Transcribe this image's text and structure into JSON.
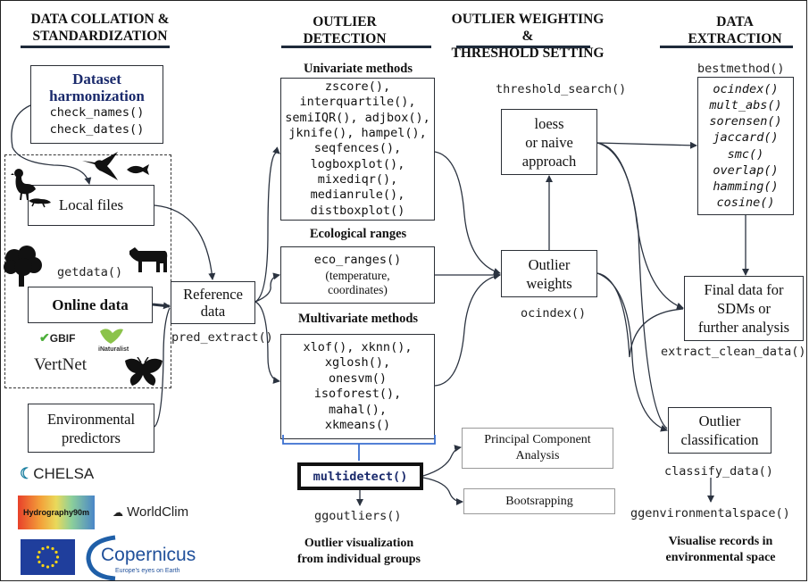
{
  "sections": [
    {
      "id": "collation",
      "title": "DATA COLLATION &\nSTANDARDIZATION"
    },
    {
      "id": "detection",
      "title": "OUTLIER\nDETECTION"
    },
    {
      "id": "weighting",
      "title": "OUTLIER WEIGHTING &\nTHRESHOLD SETTING"
    },
    {
      "id": "extraction",
      "title": "DATA\nEXTRACTION"
    }
  ],
  "collation": {
    "harmonization": {
      "title_line1": "Dataset",
      "title_line2": "harmonization",
      "functions": [
        "check_names()",
        "check_dates()"
      ]
    },
    "local_files": "Local files",
    "getdata": "getdata()",
    "online_data": "Online data",
    "reference_data": {
      "line1": "Reference",
      "line2": "data"
    },
    "pred_extract": "pred_extract()",
    "env_predictors": {
      "line1": "Environmental",
      "line2": "predictors"
    },
    "data_sources": [
      "GBIF",
      "iNaturalist",
      "VertNet"
    ],
    "predictor_sources": [
      "CHELSA",
      "Hydrography90m",
      "WorldClim",
      "Copernicus"
    ],
    "copernicus_tagline": "Europe's eyes on Earth",
    "icons": [
      "duck-icon",
      "lizard-icon",
      "hummingbird-icon",
      "fish-icon",
      "tree-icon",
      "cow-icon",
      "butterfly-icon"
    ]
  },
  "detection": {
    "univariate": {
      "label": "Univariate methods",
      "functions": [
        "zscore(),",
        "interquartile(),",
        "semiIQR(), adjbox(),",
        "jknife(), hampel(),",
        "seqfences(),",
        "logboxplot(),",
        "mixediqr(),",
        "medianrule(),",
        "distboxplot()"
      ]
    },
    "ecological": {
      "label": "Ecological ranges",
      "function": "eco_ranges()",
      "note_line1": "(temperature,",
      "note_line2": "coordinates)"
    },
    "multivariate": {
      "label": "Multivariate  methods",
      "functions": [
        "xlof(), xknn(),",
        "xglosh(),",
        "onesvm()",
        "isoforest(),",
        "mahal(),",
        "xkmeans()"
      ]
    },
    "multidetect": "multidetect()",
    "pca": {
      "line1": "Principal Component",
      "line2": "Analysis"
    },
    "bootstrapping": "Bootsrapping",
    "ggoutliers": "ggoutliers()",
    "visualization": {
      "line1": "Outlier visualization",
      "line2": "from individual groups"
    }
  },
  "weighting": {
    "threshold_search": "threshold_search()",
    "approach": {
      "line1": "loess",
      "line2": "or naive",
      "line3": "approach"
    },
    "weights": {
      "line1": "Outlier",
      "line2": "weights"
    },
    "ocindex": "ocindex()"
  },
  "extraction": {
    "bestmethod": "bestmethod()",
    "methods": [
      "ocindex()",
      "mult_abs()",
      "sorensen()",
      "jaccard()",
      "smc()",
      "overlap()",
      "hamming()",
      "cosine()"
    ],
    "final": {
      "line1": "Final data for",
      "line2": "SDMs or",
      "line3": "further analysis"
    },
    "extract_clean_data": "extract_clean_data()",
    "classification": {
      "line1": "Outlier",
      "line2": "classification"
    },
    "classify_data": "classify_data()",
    "ggenvironmentalspace": "ggenvironmentalspace()",
    "visualise": {
      "line1": "Visualise records in",
      "line2": "environmental space"
    }
  },
  "colors": {
    "heading_rule": "#1e2a3a",
    "harmonization_title": "#1a2a6c",
    "multidetect_text": "#1a2a6c",
    "brace": "#3a6fd0",
    "connector": "#2b3340"
  }
}
